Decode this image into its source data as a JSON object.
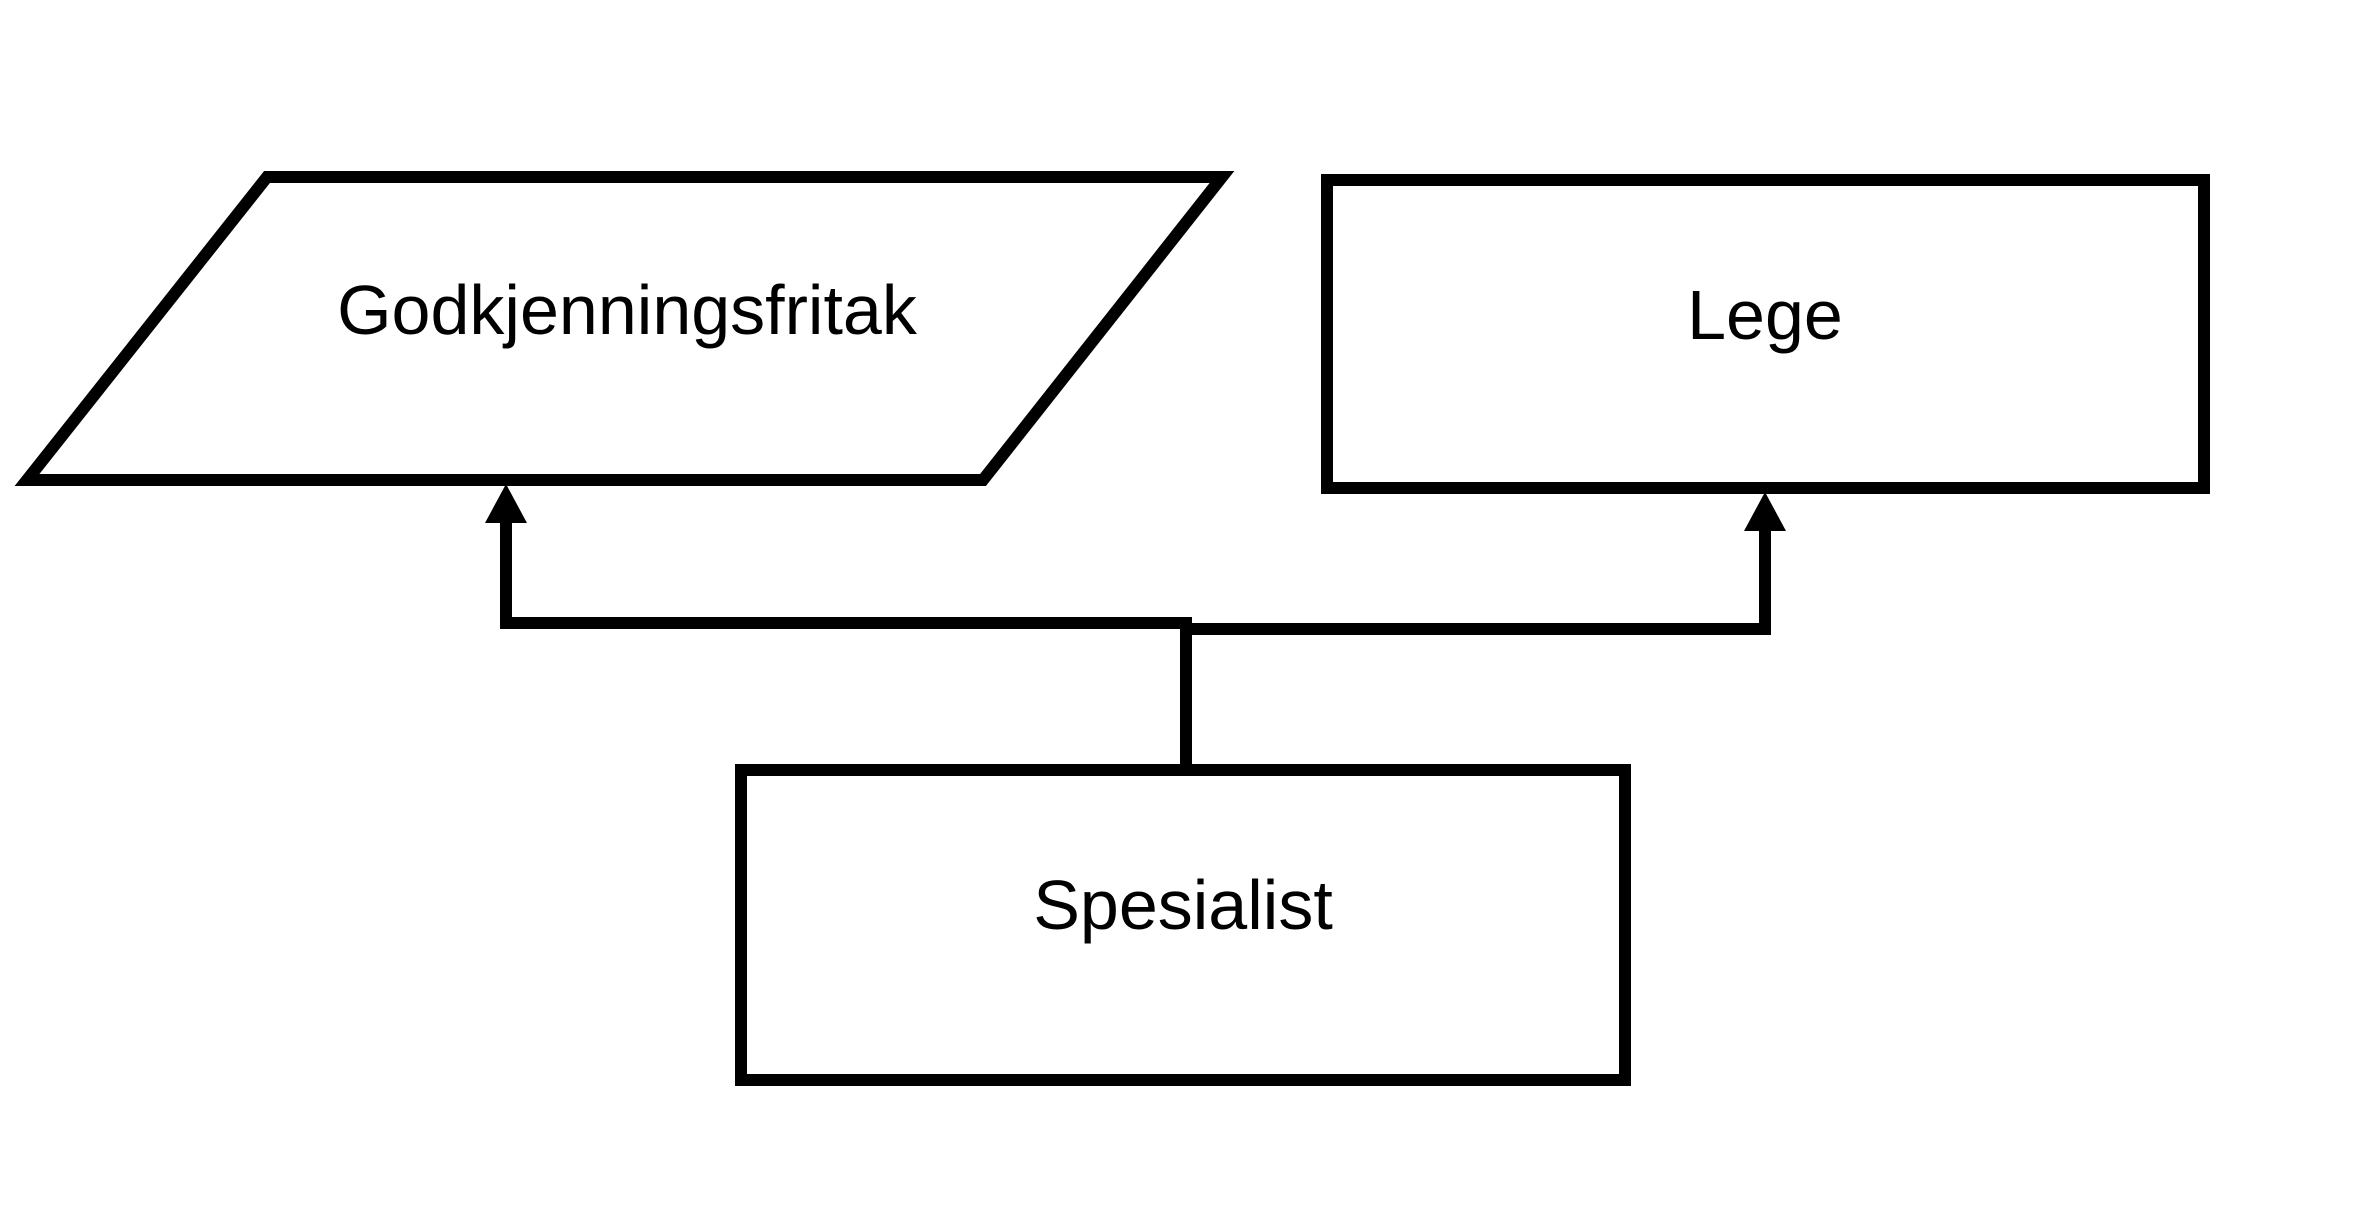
{
  "diagram": {
    "nodes": {
      "godkjenningsfritak": {
        "label": "Godkjenningsfritak",
        "shape": "parallelogram"
      },
      "lege": {
        "label": "Lege",
        "shape": "rectangle"
      },
      "spesialist": {
        "label": "Spesialist",
        "shape": "rectangle"
      }
    },
    "edges": [
      {
        "from": "spesialist",
        "to": "godkjenningsfritak",
        "style": "orthogonal-arrow"
      },
      {
        "from": "spesialist",
        "to": "lege",
        "style": "orthogonal-arrow"
      }
    ],
    "colors": {
      "stroke": "#000000",
      "fill": "#ffffff",
      "background": "#ffffff"
    }
  }
}
